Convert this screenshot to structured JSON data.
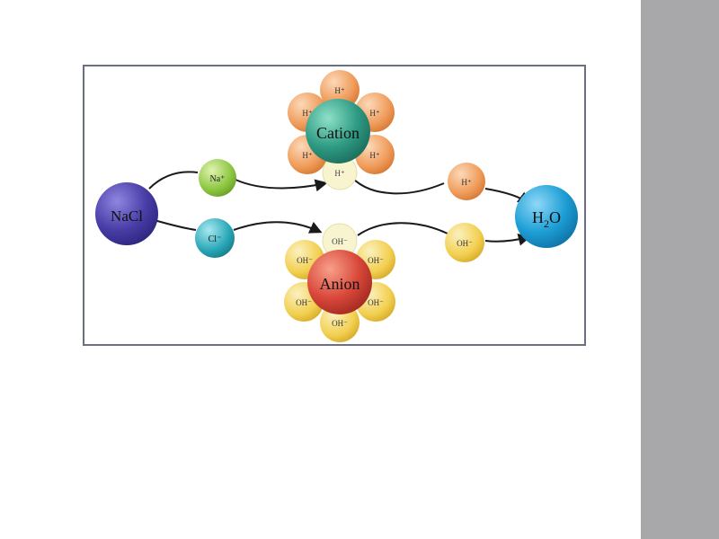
{
  "diagram": {
    "nodes": {
      "nacl": "NaCl",
      "na": "Na⁺",
      "cl": "Cl⁻",
      "cation": "Cation",
      "anion": "Anion",
      "h_out": "H⁺",
      "oh_out": "OH⁻",
      "h2o_h": "H",
      "h2o_sub": "2",
      "h2o_o": "O"
    },
    "cation_petal_label": "H⁺",
    "anion_petal_label": "OH⁻",
    "colors": {
      "nacl": "#4a3ea8",
      "cation": "#2f9b83",
      "anion": "#d9483a",
      "h2o": "#1e9fd6",
      "na": "#8cc63f",
      "cl": "#27a6b6",
      "h_petal": "#ef9a58",
      "oh_petal": "#f2cf4f",
      "released_petal": "#f7f4cf",
      "sidebar": "#a8a8aa"
    }
  }
}
